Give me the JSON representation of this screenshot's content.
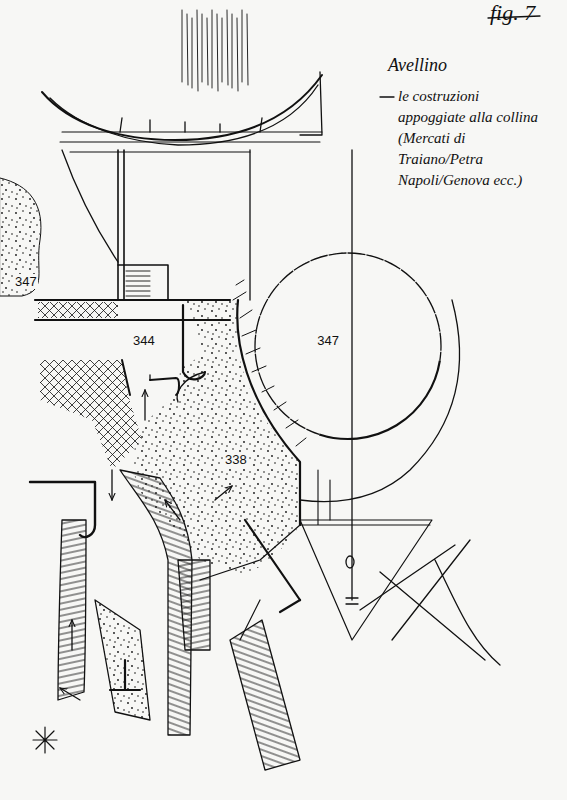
{
  "diagram": {
    "nodes": [
      {
        "text": [
          "347"
        ]
      }
    ],
    "labels": [
      "fig. 7",
      "Avellino",
      "le costruzioni appoggiate alla collina (Mercati di Traiano/Petra Napoli/Genova ecc.)",
      "347",
      "344",
      "338"
    ]
  }
}
